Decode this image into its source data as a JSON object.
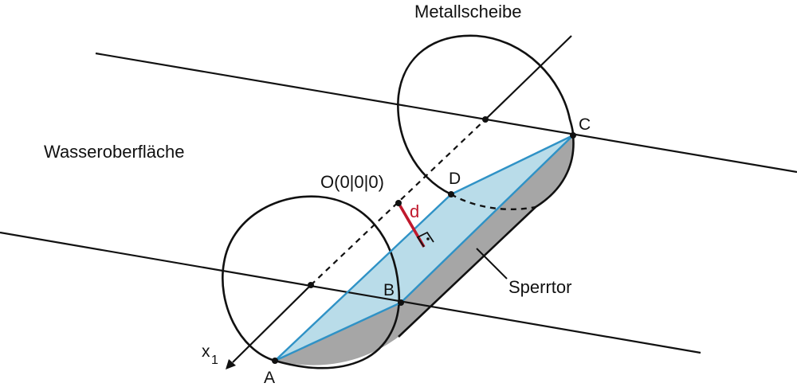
{
  "labels": {
    "metallscheibe": "Metallscheibe",
    "wasseroberflaeche": "Wasseroberfläche",
    "sperrtor": "Sperrtor",
    "origin": "O(0|0|0)",
    "distance": "d",
    "axis": "x",
    "axis_index": "1",
    "point_a": "A",
    "point_b": "B",
    "point_c": "C",
    "point_d": "D"
  },
  "colors": {
    "lines": "#111111",
    "gate_fill": "#b9dce9",
    "gate_edge": "#2f92c6",
    "cylinder_shade": "#a6a6a6",
    "distance_marker": "#c0182c"
  }
}
